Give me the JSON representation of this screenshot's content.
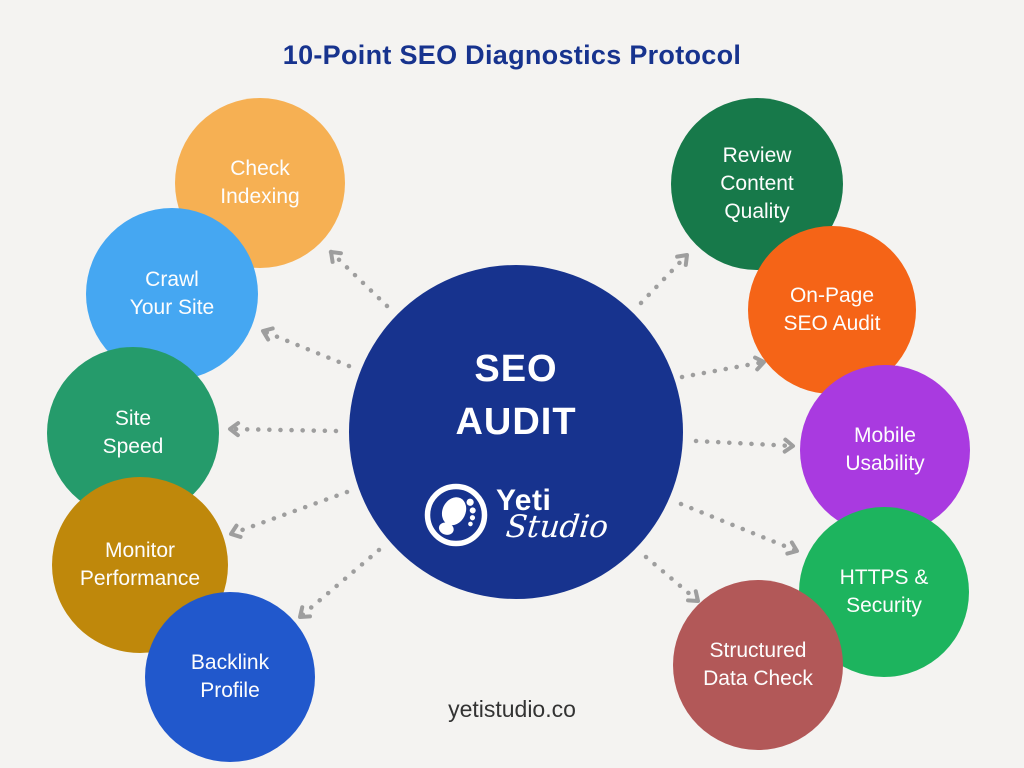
{
  "title": "10-Point SEO Diagnostics Protocol",
  "background": "#f4f3f1",
  "connectors": {
    "color": "#9e9e9e",
    "style": "dotted-arrow"
  },
  "center": {
    "label": "SEO\nAUDIT",
    "color": "#17338e",
    "logo": {
      "name": "Yeti",
      "word": "Studio",
      "mark": "footprint-icon"
    }
  },
  "nodes": [
    {
      "id": "check-indexing",
      "label": "Check\nIndexing",
      "color": "#f6b053"
    },
    {
      "id": "crawl-your-site",
      "label": "Crawl\nYour Site",
      "color": "#45a7f2"
    },
    {
      "id": "site-speed",
      "label": "Site\nSpeed",
      "color": "#259b6b"
    },
    {
      "id": "monitor-performance",
      "label": "Monitor\nPerformance",
      "color": "#bf880b"
    },
    {
      "id": "backlink-profile",
      "label": "Backlink\nProfile",
      "color": "#2158cc"
    },
    {
      "id": "review-content-quality",
      "label": "Review\nContent\nQuality",
      "color": "#17794a"
    },
    {
      "id": "on-page-seo-audit",
      "label": "On-Page\nSEO Audit",
      "color": "#f56417"
    },
    {
      "id": "mobile-usability",
      "label": "Mobile\nUsability",
      "color": "#a93ae0"
    },
    {
      "id": "https-security",
      "label": "HTTPS &\nSecurity",
      "color": "#1db45e"
    },
    {
      "id": "structured-data-check",
      "label": "Structured\nData Check",
      "color": "#b25858"
    }
  ],
  "footer": {
    "url": "yetistudio.co"
  }
}
